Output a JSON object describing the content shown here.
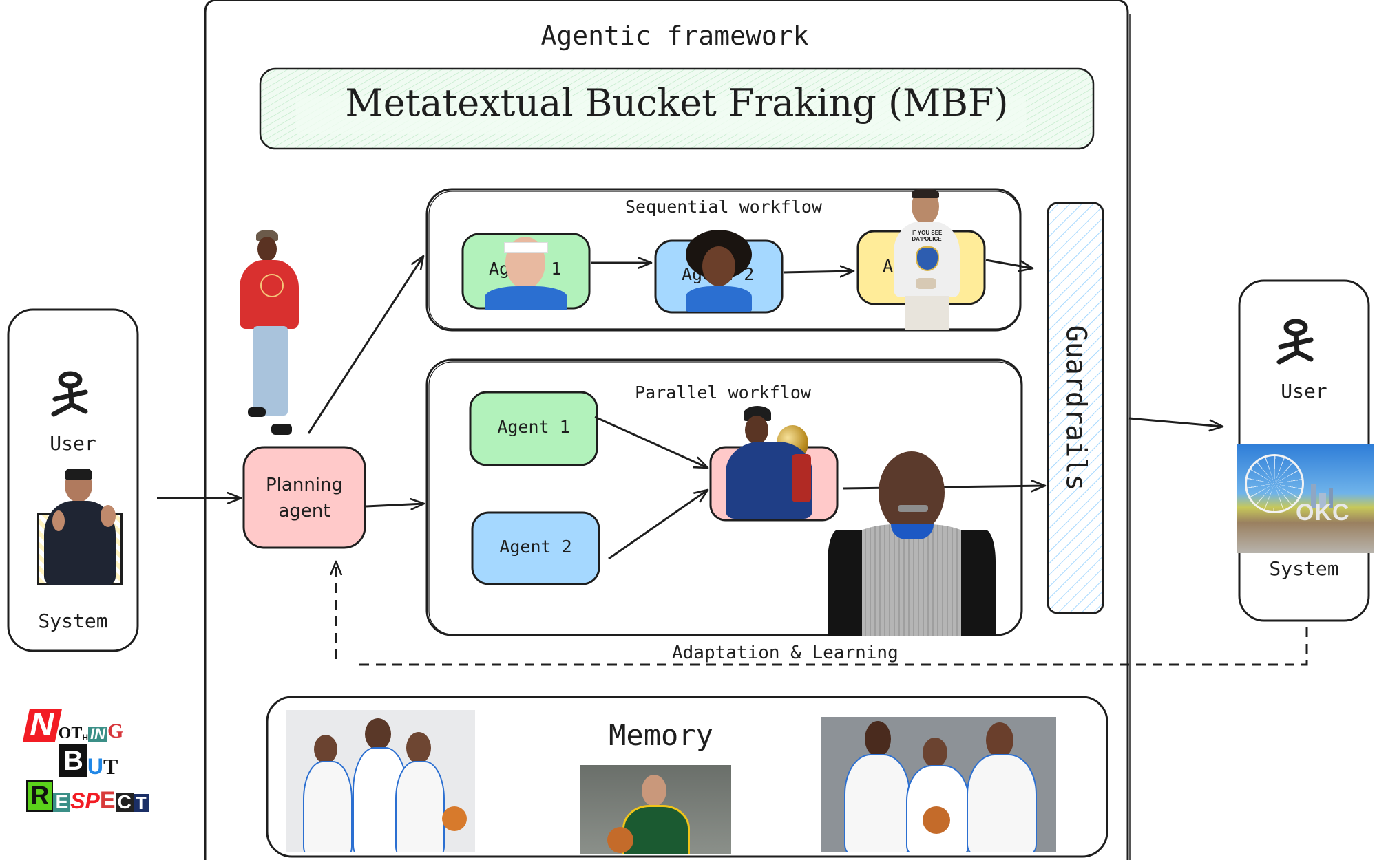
{
  "framework": {
    "title": "Agentic framework",
    "banner": "Metatextual Bucket Fraking (MBF)"
  },
  "input_panel": {
    "user_label": "User",
    "system_label": "System",
    "user_icon": "stick-figure-icon",
    "photo": "coach-gesturing-photo"
  },
  "output_panel": {
    "user_label": "User",
    "system_label": "System",
    "user_icon": "stick-figure-icon",
    "photo": "okc-ferris-wheel-photo"
  },
  "planning_agent": {
    "label_line1": "Planning",
    "label_line2": "agent",
    "photo": "walking-man-red-sweater-photo"
  },
  "sequential": {
    "title": "Sequential workflow",
    "agents": [
      {
        "label": "Agent 1",
        "color": "#b2f2bb",
        "photo": "player-headband-photo"
      },
      {
        "label": "Agent 2",
        "color": "#a5d8ff",
        "photo": "player-curly-hair-photo"
      },
      {
        "label": "Agent 3",
        "color": "#ffec99",
        "photo": "man-police-tshirt-photo"
      }
    ]
  },
  "parallel": {
    "title": "Parallel workflow",
    "agents": [
      {
        "label": "Agent 1",
        "color": "#b2f2bb"
      },
      {
        "label": "Agent 2",
        "color": "#a5d8ff"
      }
    ],
    "aggregator": {
      "color": "#ffc9c9",
      "photo": "player-with-trophy-photo"
    },
    "extra_photo": "referee-photo"
  },
  "guardrails": {
    "label": "Guardrails",
    "color": "#a5d8ff"
  },
  "feedback": {
    "label": "Adaptation & Learning"
  },
  "memory": {
    "title": "Memory",
    "photos": [
      "three-thunder-players-photo-1",
      "sonics-player-photo",
      "three-thunder-players-photo-2"
    ]
  },
  "logo": {
    "line1": [
      "N",
      "OT",
      "H",
      "IN",
      "G"
    ],
    "line2": [
      "B",
      "U",
      "T"
    ],
    "line3": [
      "R",
      "E",
      "SP",
      "E",
      "C",
      "T"
    ]
  },
  "colors": {
    "banner_fill": "#d3f9d8",
    "green": "#b2f2bb",
    "blue": "#a5d8ff",
    "yellow": "#ffec99",
    "pink": "#ffc9c9",
    "stroke": "#1e1e1e"
  }
}
